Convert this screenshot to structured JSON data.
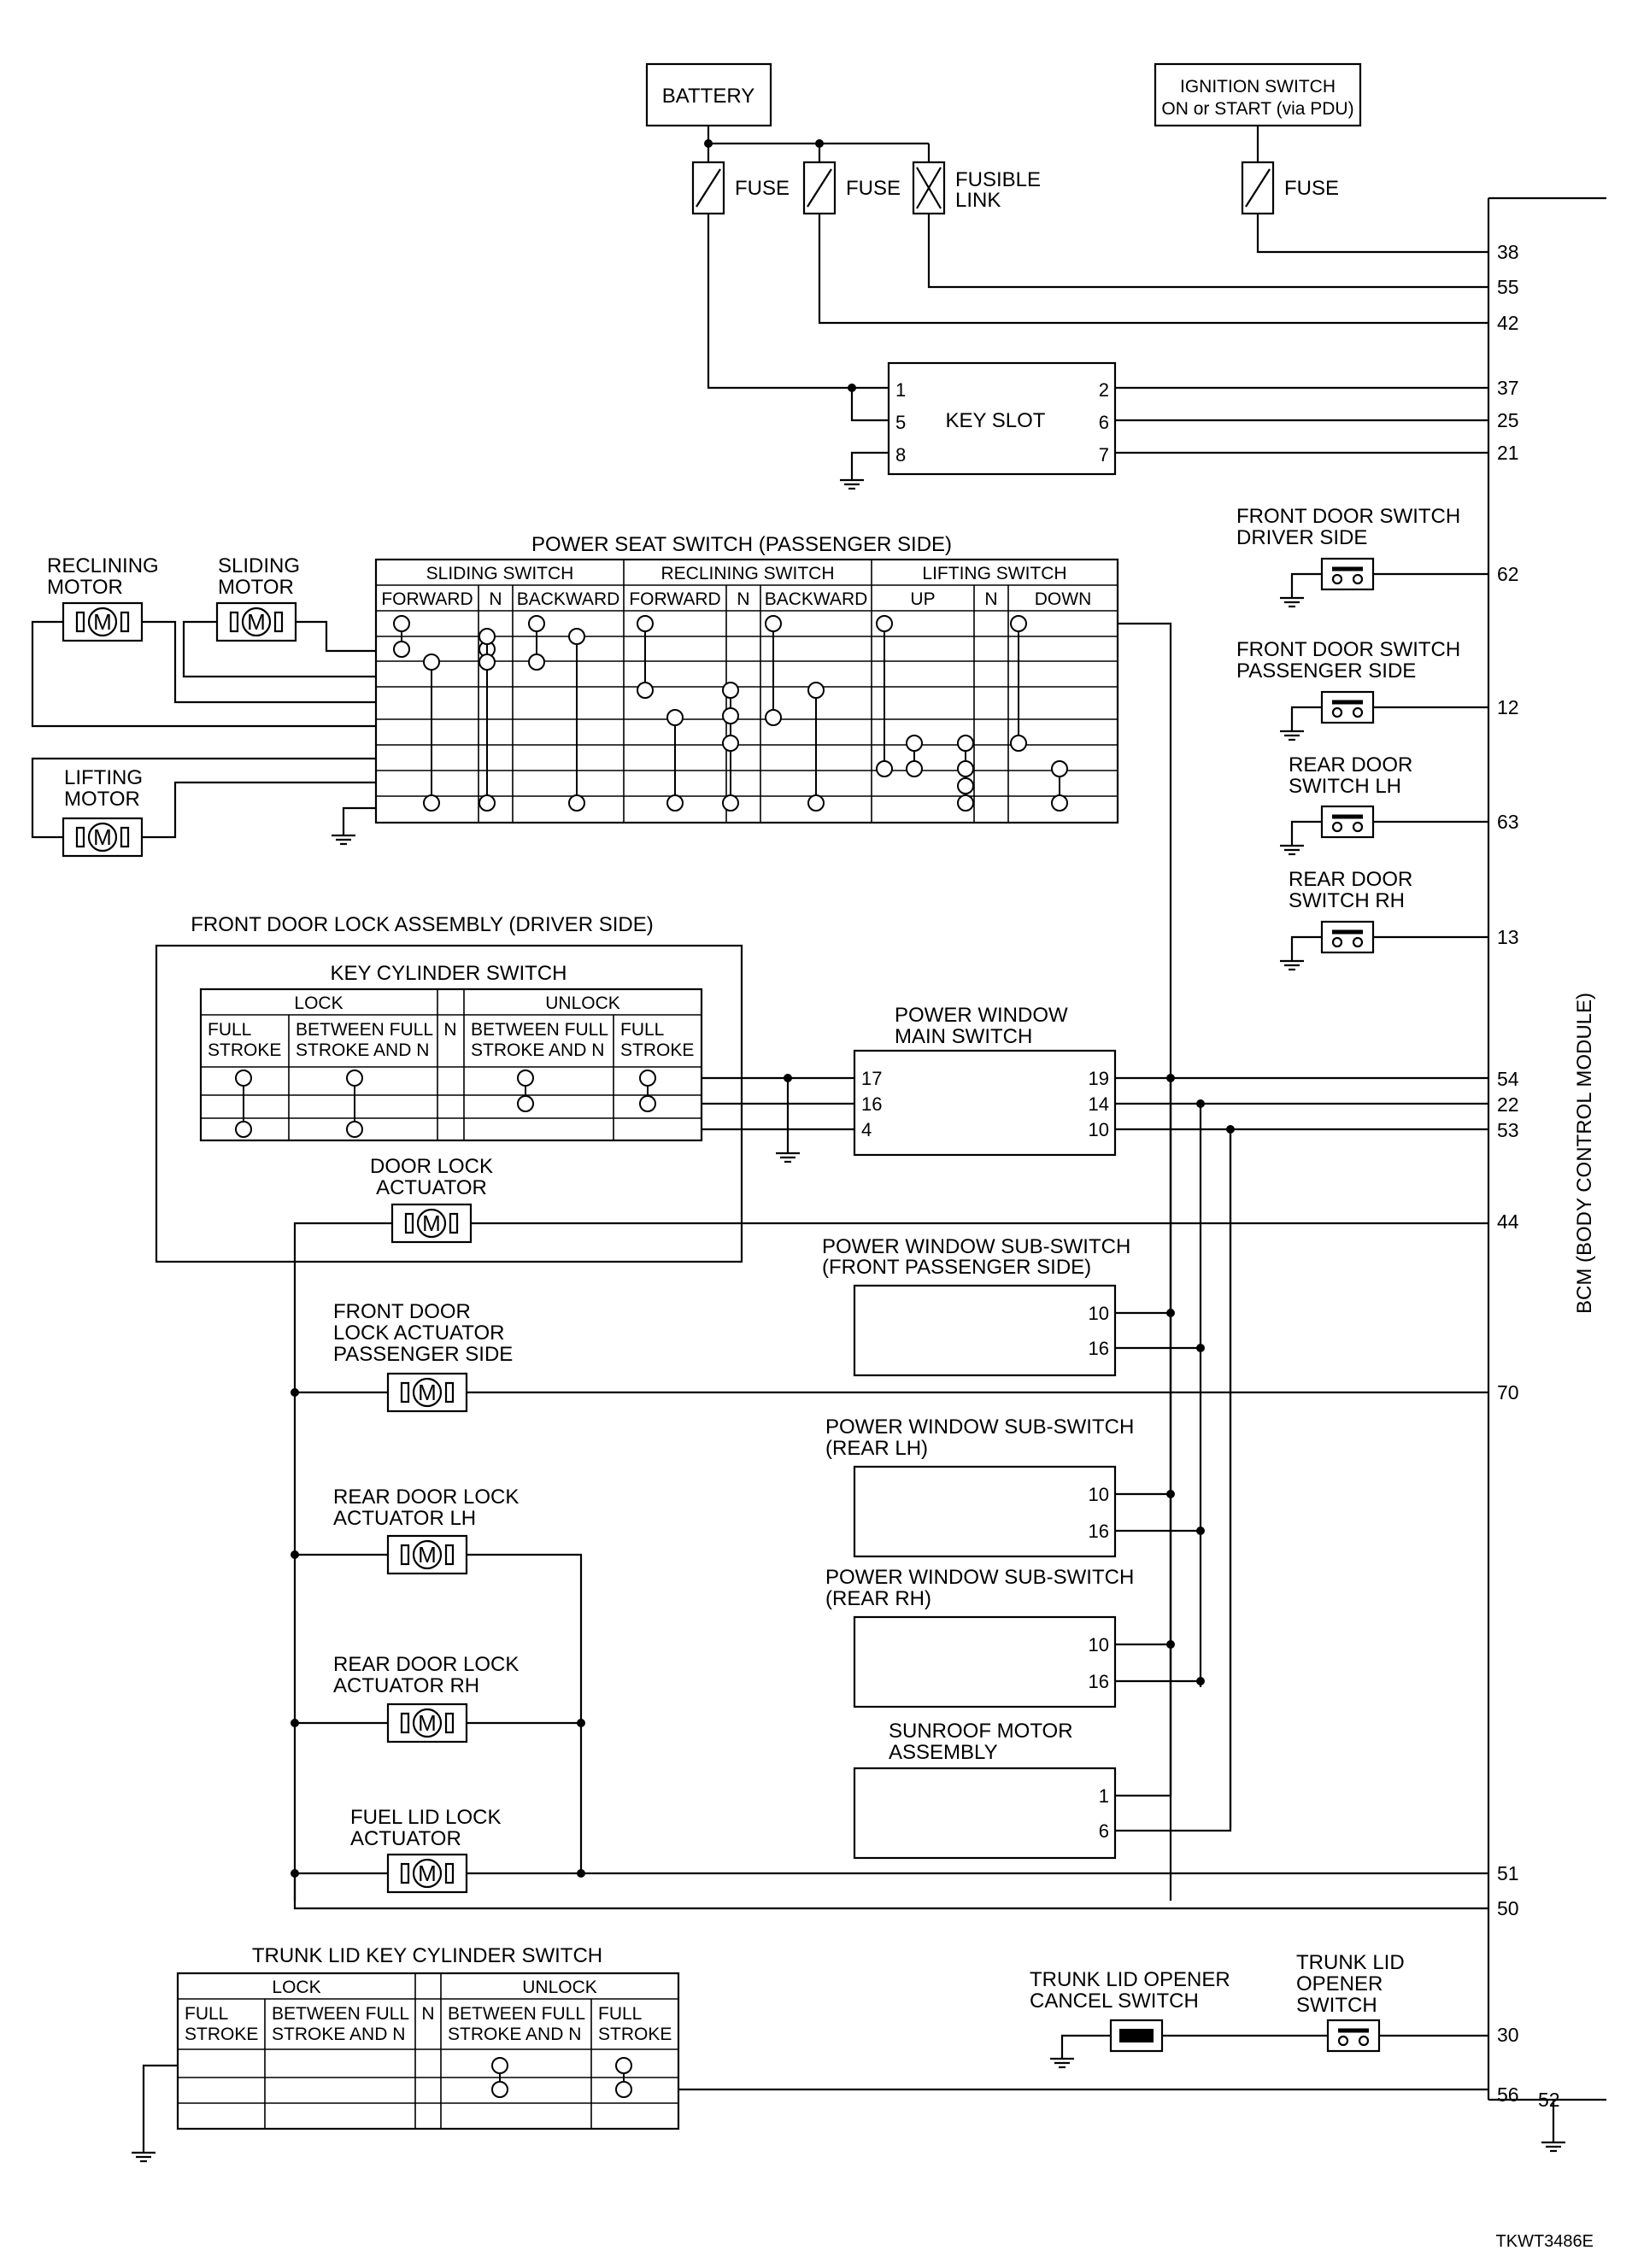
{
  "diagram_id": "TKWT3486E",
  "battery": "BATTERY",
  "ign1": "IGNITION SWITCH",
  "ign2": "ON or START (via PDU)",
  "fuse": "FUSE",
  "fusible1": "FUSIBLE",
  "fusible2": "LINK",
  "key_slot": "KEY SLOT",
  "bcm_label": "BCM (BODY CONTROL MODULE)",
  "bcm_pins": [
    "38",
    "55",
    "42",
    "37",
    "25",
    "21",
    "62",
    "12",
    "63",
    "13",
    "54",
    "22",
    "53",
    "44",
    "70",
    "51",
    "50",
    "30",
    "56",
    "52"
  ],
  "key_slot_pins": [
    "1",
    "5",
    "8",
    "2",
    "6",
    "7"
  ],
  "pws": {
    "title": "POWER SEAT SWITCH (PASSENGER SIDE)",
    "groups": [
      "SLIDING SWITCH",
      "RECLINING SWITCH",
      "LIFTING SWITCH"
    ],
    "cols": [
      "FORWARD",
      "N",
      "BACKWARD",
      "FORWARD",
      "N",
      "BACKWARD",
      "UP",
      "N",
      "DOWN"
    ]
  },
  "motors": {
    "reclining1": "RECLINING",
    "reclining2": "MOTOR",
    "sliding1": "SLIDING",
    "sliding2": "MOTOR",
    "lifting1": "LIFTING",
    "lifting2": "MOTOR",
    "m": "M"
  },
  "door_switches": {
    "fd_drv1": "FRONT DOOR SWITCH",
    "fd_drv2": "DRIVER SIDE",
    "fd_pas1": "FRONT DOOR SWITCH",
    "fd_pas2": "PASSENGER SIDE",
    "rd_lh1": "REAR DOOR",
    "rd_lh2": "SWITCH LH",
    "rd_rh1": "REAR DOOR",
    "rd_rh2": "SWITCH RH"
  },
  "fdla": {
    "title": "FRONT DOOR LOCK ASSEMBLY (DRIVER SIDE)",
    "kcs": "KEY CYLINDER SWITCH",
    "lock": "LOCK",
    "unlock": "UNLOCK",
    "full": "FULL",
    "stroke": "STROKE",
    "between": "BETWEEN FULL",
    "stroke_n": "STROKE AND N",
    "n": "N",
    "dla1": "DOOR LOCK",
    "dla2": "ACTUATOR"
  },
  "pwms": {
    "t1": "POWER WINDOW",
    "t2": "MAIN SWITCH",
    "pins_l": [
      "17",
      "16",
      "4"
    ],
    "pins_r": [
      "19",
      "14",
      "10"
    ]
  },
  "sub_fp": {
    "t1": "POWER WINDOW SUB-SWITCH",
    "t2": "(FRONT PASSENGER SIDE)",
    "p1": "10",
    "p2": "16"
  },
  "sub_rlh": {
    "t1": "POWER WINDOW SUB-SWITCH",
    "t2": "(REAR LH)",
    "p1": "10",
    "p2": "16"
  },
  "sub_rrh": {
    "t1": "POWER WINDOW SUB-SWITCH",
    "t2": "(REAR RH)",
    "p1": "10",
    "p2": "16"
  },
  "sunroof": {
    "t1": "SUNROOF MOTOR",
    "t2": "ASSEMBLY",
    "p1": "1",
    "p2": "6"
  },
  "actuators": {
    "fdp1": "FRONT DOOR",
    "fdp2": "LOCK ACTUATOR",
    "fdp3": "PASSENGER SIDE",
    "rlh1": "REAR DOOR LOCK",
    "rlh2": "ACTUATOR LH",
    "rrh1": "REAR DOOR LOCK",
    "rrh2": "ACTUATOR RH",
    "fuel1": "FUEL LID LOCK",
    "fuel2": "ACTUATOR"
  },
  "trunk": {
    "kcs_title": "TRUNK LID KEY CYLINDER SWITCH",
    "cancel1": "TRUNK LID OPENER",
    "cancel2": "CANCEL SWITCH",
    "opener1": "TRUNK LID",
    "opener2": "OPENER",
    "opener3": "SWITCH"
  }
}
